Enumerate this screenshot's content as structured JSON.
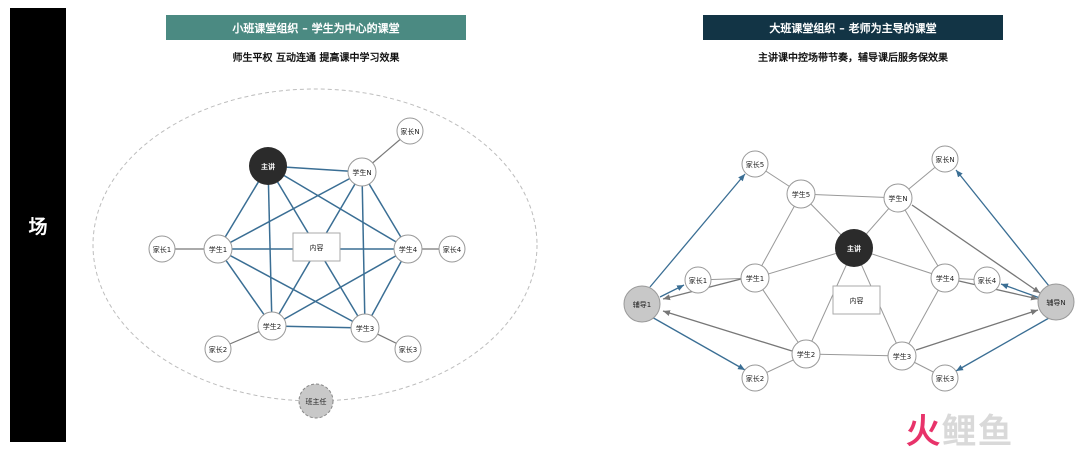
{
  "sidebar": {
    "label": "场"
  },
  "left": {
    "banner": "小班课堂组织 – 学生为中心的课堂",
    "subtitle": "师生平权  互动连通  提高课中学习效果",
    "colors": {
      "banner": "#4b8a82",
      "edge": "#3a6e94",
      "leaf_edge": "#777777",
      "lecturer": "#2b2b2b",
      "teacher": "#c8c8c8"
    },
    "nodes": {
      "lecturer": "主讲",
      "studentN": "学生N",
      "student1": "学生1",
      "student4": "学生4",
      "student2": "学生2",
      "student3": "学生3",
      "content": "内容",
      "parentN": "家长N",
      "parent1": "家长1",
      "parent4": "家长4",
      "parent2": "家长2",
      "parent3": "家长3",
      "head_teacher": "班主任"
    }
  },
  "right": {
    "banner": "大班课堂组织 – 老师为主导的课堂",
    "subtitle": "主讲课中控场带节奏，辅导课后服务保效果",
    "colors": {
      "banner": "#123445",
      "edge": "#999999",
      "arrow_blue": "#3a6e94",
      "arrow_gray": "#777777",
      "lecturer": "#2b2b2b",
      "tutor": "#c8c8c8"
    },
    "nodes": {
      "parent5": "家长5",
      "student5": "学生5",
      "studentN": "学生N",
      "parentN": "家长N",
      "lecturer": "主讲",
      "parent1": "家长1",
      "student1": "学生1",
      "student4": "学生4",
      "parent4": "家长4",
      "tutor1": "辅导1",
      "tutorN": "辅导N",
      "content": "内容",
      "student2": "学生2",
      "student3": "学生3",
      "parent2": "家长2",
      "parent3": "家长3"
    }
  },
  "watermark": {
    "part1": "火",
    "part2": "鲤鱼"
  }
}
